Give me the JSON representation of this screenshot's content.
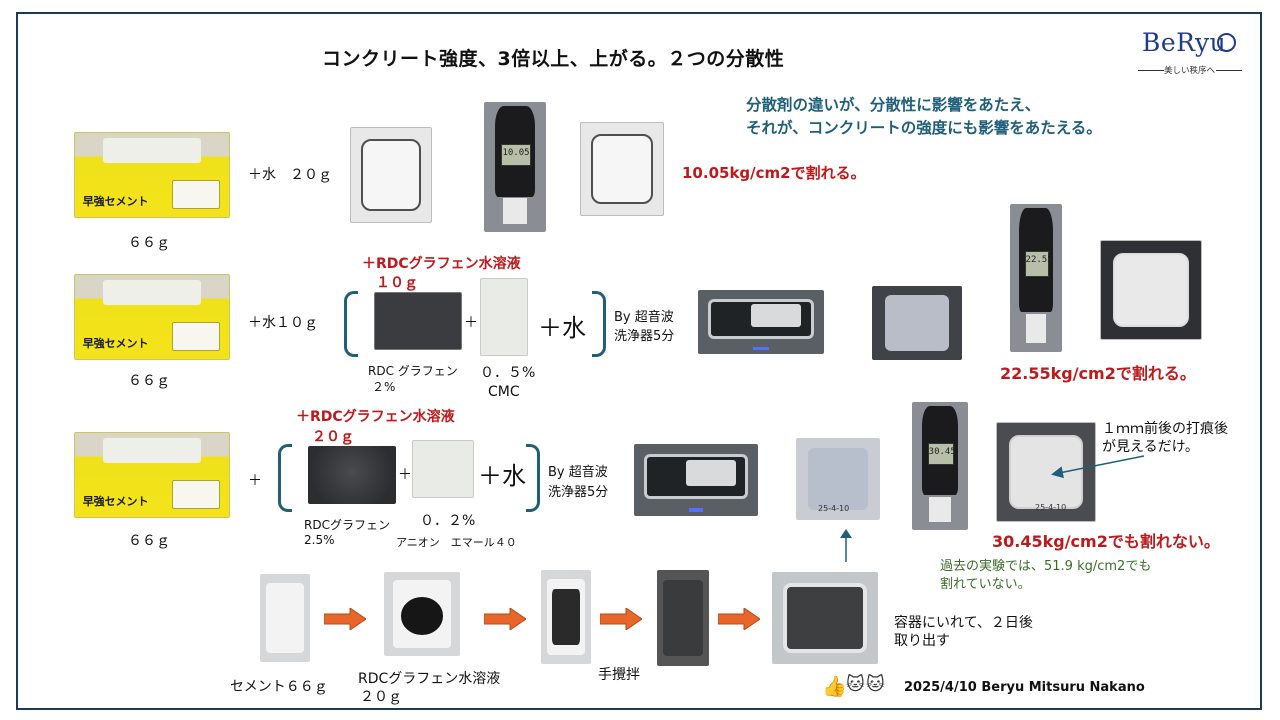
{
  "title": "コンクリート強度、3倍以上、上がる。２つの分散性",
  "logo": {
    "brand": "BeRyu",
    "tagline": "美しい秩序へ"
  },
  "note": {
    "line1": "分散剤の違いが、分散性に影響をあたえ、",
    "line2": "それが、コンクリートの強度にも影響をあたえる。"
  },
  "row1": {
    "cement": "６６ｇ",
    "water": "＋水　２０ｇ",
    "result": "10.05kg/cm2で割れる。",
    "gauge_reading": "10.05"
  },
  "row2": {
    "cement": "６６ｇ",
    "water": "＋水１０ｇ",
    "rdc_title": "＋RDCグラフェン水溶液",
    "rdc_amount": "１０ｇ",
    "rdc_label": "RDC グラフェン",
    "rdc_pct": "２%",
    "plus": "＋",
    "add_pct": "０．５%",
    "add_name": "CMC",
    "water_big": "＋水",
    "by": "By 超音波",
    "wash": "洗浄器5分",
    "result": "22.55kg/cm2で割れる。",
    "gauge_reading": "22.55"
  },
  "row3": {
    "cement": "６６ｇ",
    "plus_lead": "＋",
    "rdc_title": "＋RDCグラフェン水溶液",
    "rdc_amount": "２０ｇ",
    "rdc_label": "RDCグラフェン",
    "rdc_pct": "2.5%",
    "plus": "＋",
    "add_pct": "０．２%",
    "add_name": "アニオン　エマール４０",
    "water_big": "＋水",
    "by": "By 超音波",
    "wash": "洗浄器5分",
    "result": "30.45kg/cm2でも割れない。",
    "gauge_reading": "30.45",
    "mark_note1": "１ｍｍ前後の打痕後",
    "mark_note2": "が見えるだけ。",
    "past1": "過去の実験では、51.9 kg/cm2でも",
    "past2": "割れていない。",
    "tile_mark": "25-4-10"
  },
  "process": {
    "cement": "セメント６６ｇ",
    "solution1": "RDCグラフェン水溶液",
    "solution2": "２０ｇ",
    "stir": "手攪拌",
    "container1": "容器にいれて、２日後",
    "container2": "取り出す"
  },
  "bag_label": "早強セメント",
  "footer": "2025/4/10 Beryu Mitsuru Nakano",
  "colors": {
    "accent_blue": "#1f5f7a",
    "result_red": "#c0191b",
    "note_green": "#3d6b2a",
    "arrow_orange": "#e8662a"
  }
}
